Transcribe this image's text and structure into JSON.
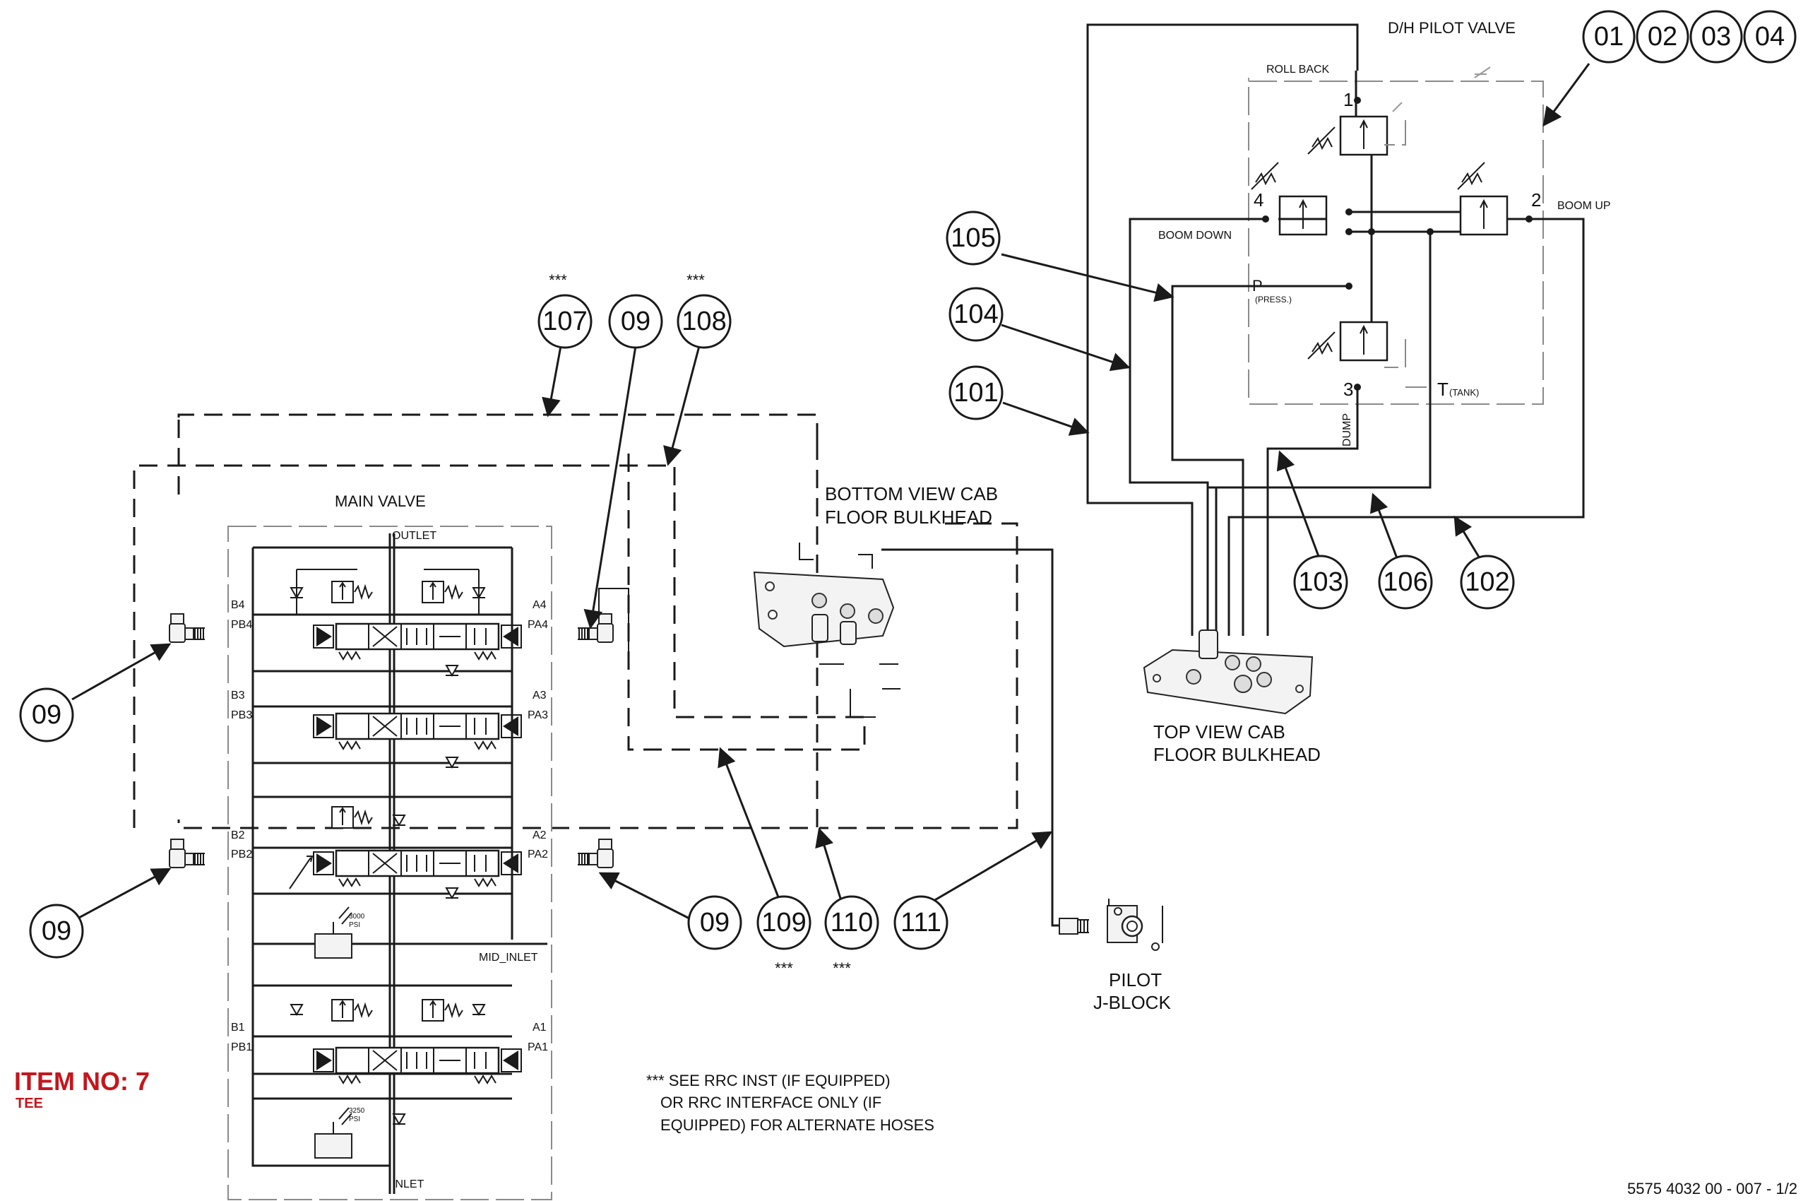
{
  "title_labels": {
    "main_valve": "MAIN VALVE",
    "outlet": "OUTLET",
    "inlet": "INLET",
    "mid_inlet": "MID_INLET",
    "pilot_valve": "D/H PILOT VALVE",
    "roll_back": "ROLL BACK",
    "boom_down": "BOOM DOWN",
    "boom_up": "BOOM UP",
    "dump": "DUMP",
    "press_p": "P",
    "press_note": "(PRESS.)",
    "tank_t": "T",
    "tank_note": "(TANK)",
    "bottom_bulkhead_1": "BOTTOM VIEW CAB",
    "bottom_bulkhead_2": "FLOOR BULKHEAD",
    "top_bulkhead_1": "TOP VIEW CAB",
    "top_bulkhead_2": "FLOOR BULKHEAD",
    "pilot_1": "PILOT",
    "pilot_2": "J-BLOCK",
    "relief_1": "3000",
    "relief_2": "3250",
    "psi": "PSI",
    "drawing_number": "5575 4032 00 - 007 - 1/2"
  },
  "ports": {
    "b4": "B4",
    "pb4": "PB4",
    "a4": "A4",
    "pa4": "PA4",
    "b3": "B3",
    "pb3": "PB3",
    "a3": "A3",
    "pa3": "PA3",
    "b2": "B2",
    "pb2": "PB2",
    "a2": "A2",
    "pa2": "PA2",
    "b1": "B1",
    "pb1": "PB1",
    "a1": "A1",
    "pa1": "PA1",
    "p1": "1",
    "p2": "2",
    "p3": "3",
    "p4": "4"
  },
  "balloons": {
    "b01": "01",
    "b02": "02",
    "b03": "03",
    "b04": "04",
    "b105": "105",
    "b104": "104",
    "b101": "101",
    "b107": "107",
    "b09_top": "09",
    "b108": "108",
    "b09_left_up": "09",
    "b09_left_low": "09",
    "b09_mid": "09",
    "b109": "109",
    "b110": "110",
    "b111": "111",
    "b103": "103",
    "b106": "106",
    "b102": "102"
  },
  "asterisks": {
    "a107": "***",
    "a108": "***",
    "a109": "***",
    "a110": "***"
  },
  "item": {
    "number": "ITEM NO: 7",
    "name": "TEE"
  },
  "note": {
    "line1": "*** SEE RRC INST (IF EQUIPPED)",
    "line2": "OR RRC INTERFACE ONLY (IF",
    "line3": "EQUIPPED) FOR ALTERNATE HOSES"
  }
}
